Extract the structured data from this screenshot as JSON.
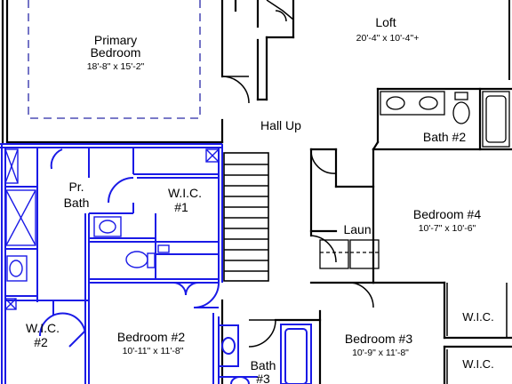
{
  "colors": {
    "wall": "#000000",
    "highlight": "#1a1ae6",
    "dashed": "#2a2aa8",
    "background": "#ffffff"
  },
  "rooms": {
    "primary_bedroom": {
      "name_line1": "Primary",
      "name_line2": "Bedroom",
      "dims": "18'-8\" x 15'-2\""
    },
    "loft": {
      "name": "Loft",
      "dims": "20'-4\" x 10'-4\"+"
    },
    "hall_up": {
      "name": "Hall Up"
    },
    "bath2": {
      "name": "Bath #2"
    },
    "pr_bath": {
      "name_line1": "Pr.",
      "name_line2": "Bath"
    },
    "wic1": {
      "name_line1": "W.I.C.",
      "name_line2": "#1"
    },
    "bedroom4": {
      "name": "Bedroom #4",
      "dims": "10'-7\" x 10'-6\""
    },
    "laundry": {
      "name": "Laun."
    },
    "wic2": {
      "name_line1": "W.I.C.",
      "name_line2": "#2"
    },
    "bedroom2": {
      "name": "Bedroom #2",
      "dims": "10'-11\" x 11'-8\""
    },
    "bath3": {
      "name_line1": "Bath",
      "name_line2": "#3"
    },
    "bedroom3": {
      "name": "Bedroom #3",
      "dims": "10'-9\" x 11'-8\""
    },
    "wic_right_upper": {
      "name": "W.I.C."
    },
    "wic_right_lower": {
      "name": "W.I.C."
    }
  }
}
